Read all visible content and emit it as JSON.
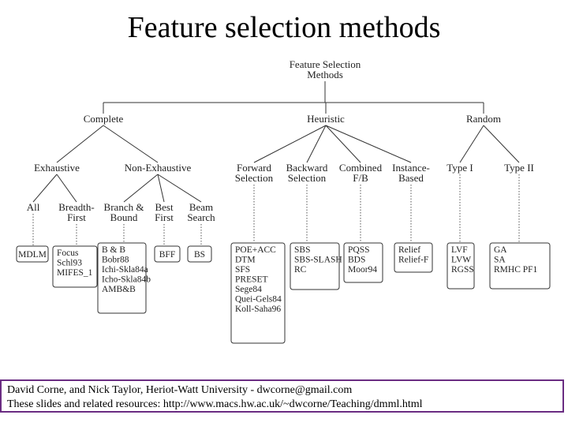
{
  "slide": {
    "title": "Feature selection methods"
  },
  "tree": {
    "root": [
      "Feature Selection",
      "Methods"
    ],
    "level1": [
      {
        "id": "complete",
        "lines": [
          "Complete"
        ]
      },
      {
        "id": "heuristic",
        "lines": [
          "Heuristic"
        ]
      },
      {
        "id": "random",
        "lines": [
          "Random"
        ]
      }
    ],
    "level2": [
      {
        "id": "exhaustive",
        "parent": "complete",
        "lines": [
          "Exhaustive"
        ]
      },
      {
        "id": "non-exhaustive",
        "parent": "complete",
        "lines": [
          "Non-Exhaustive"
        ]
      },
      {
        "id": "forward-selection",
        "parent": "heuristic",
        "lines": [
          "Forward",
          "Selection"
        ]
      },
      {
        "id": "backward-selection",
        "parent": "heuristic",
        "lines": [
          "Backward",
          "Selection"
        ]
      },
      {
        "id": "combined-fb",
        "parent": "heuristic",
        "lines": [
          "Combined",
          "F/B"
        ]
      },
      {
        "id": "instance-based",
        "parent": "heuristic",
        "lines": [
          "Instance-",
          "Based"
        ]
      },
      {
        "id": "type-i",
        "parent": "random",
        "lines": [
          "Type I"
        ]
      },
      {
        "id": "type-ii",
        "parent": "random",
        "lines": [
          "Type II"
        ]
      }
    ],
    "level3": [
      {
        "id": "all",
        "parent": "exhaustive",
        "lines": [
          "All"
        ]
      },
      {
        "id": "breadth-first",
        "parent": "exhaustive",
        "lines": [
          "Breadth-",
          "First"
        ]
      },
      {
        "id": "branch-bound",
        "parent": "non-exhaustive",
        "lines": [
          "Branch &",
          "Bound"
        ]
      },
      {
        "id": "best-first",
        "parent": "non-exhaustive",
        "lines": [
          "Best",
          "First"
        ]
      },
      {
        "id": "beam-search",
        "parent": "non-exhaustive",
        "lines": [
          "Beam",
          "Search"
        ]
      }
    ],
    "leaves": [
      {
        "id": "box-all",
        "parent": "all",
        "items": [
          "MDLM"
        ]
      },
      {
        "id": "box-breadth-first",
        "parent": "breadth-first",
        "items": [
          "Focus",
          "Schl93",
          "MIFES_1"
        ]
      },
      {
        "id": "box-branch-bound",
        "parent": "branch-bound",
        "items": [
          "B & B",
          "Bobr88",
          "Ichi-Skla84a",
          "Icho-Skla84b",
          "AMB&B"
        ]
      },
      {
        "id": "box-best-first",
        "parent": "best-first",
        "items": [
          "BFF"
        ]
      },
      {
        "id": "box-beam-search",
        "parent": "beam-search",
        "items": [
          "BS"
        ]
      },
      {
        "id": "box-forward-selection",
        "parent": "forward-selection",
        "items": [
          "POE+ACC",
          "DTM",
          "SFS",
          "PRESET",
          "Sege84",
          "Quei-Gels84",
          "Koll-Saha96"
        ]
      },
      {
        "id": "box-backward-selection",
        "parent": "backward-selection",
        "items": [
          "SBS",
          "SBS-SLASH",
          "RC"
        ]
      },
      {
        "id": "box-combined-fb",
        "parent": "combined-fb",
        "items": [
          "PQSS",
          "BDS",
          "Moor94"
        ]
      },
      {
        "id": "box-instance-based",
        "parent": "instance-based",
        "items": [
          "Relief",
          "Relief-F"
        ]
      },
      {
        "id": "box-type-i",
        "parent": "type-i",
        "items": [
          "LVF",
          "LVW",
          "RGSS"
        ]
      },
      {
        "id": "box-type-ii",
        "parent": "type-ii",
        "items": [
          "GA",
          "SA",
          "RMHC PF1"
        ]
      }
    ]
  },
  "footer": {
    "line1": "David Corne, and Nick Taylor,  Heriot-Watt University  -  dwcorne@gmail.com",
    "line2": "These slides and related resources:   http://www.macs.hw.ac.uk/~dwcorne/Teaching/dmml.html",
    "border_color": "#6a2c82"
  }
}
